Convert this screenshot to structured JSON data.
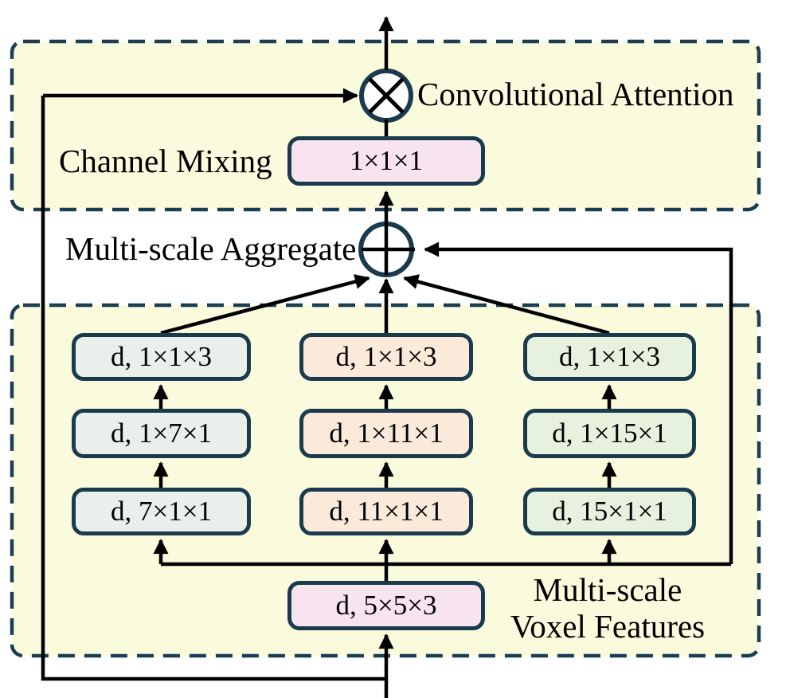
{
  "top_panel": {
    "title": "Convolutional Attention",
    "channel_mixing_label": "Channel Mixing",
    "conv_box_label": "1×1×1"
  },
  "aggregate_label": "Multi-scale Aggregate",
  "bottom_panel": {
    "caption_line1": "Multi-scale",
    "caption_line2": "Voxel Features",
    "columns": [
      {
        "name": "kernel-7-branch",
        "boxes": [
          "d, 1×1×3",
          "d, 1×7×1",
          "d, 7×1×1"
        ]
      },
      {
        "name": "kernel-11-branch",
        "boxes": [
          "d, 1×1×3",
          "d, 1×11×1",
          "d, 11×1×1"
        ]
      },
      {
        "name": "kernel-15-branch",
        "boxes": [
          "d, 1×1×3",
          "d, 1×15×1",
          "d, 15×1×1"
        ]
      }
    ],
    "input_box_label": "d, 5×5×3"
  },
  "operators": {
    "multiply_icon": "circle-cross-multiply",
    "add_icon": "circle-plus-aggregate"
  },
  "colors": {
    "panel_fill": "#FAFADC",
    "panel_border": "#1D3E52",
    "box_border": "#1B3A4E",
    "branch7_fill": "#E9EFEB",
    "branch11_fill": "#FBEADA",
    "branch15_fill": "#E6F2DE",
    "pink_fill": "#F7E4EE",
    "line_color": "#000000"
  }
}
